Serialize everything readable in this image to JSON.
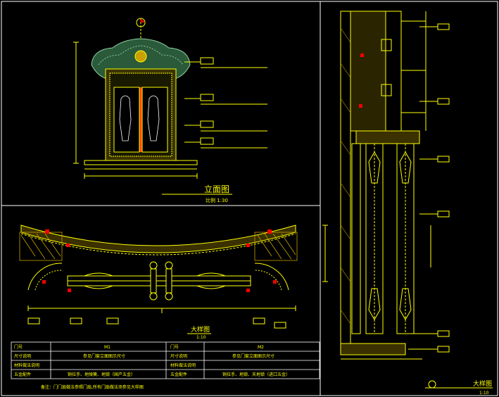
{
  "colors": {
    "background": "#000000",
    "primary_line": "#ffff00",
    "frame": "#ffffff",
    "accent": "#ff0000",
    "ornament": "#8fd0a0",
    "hatch": "#c8a000"
  },
  "elevation": {
    "title": "立面图",
    "scale": "比例 1:30"
  },
  "plan_detail": {
    "title": "大样图",
    "scale": "1:10"
  },
  "section_detail": {
    "title": "大样图",
    "scale": "1:10"
  },
  "schedule": {
    "rows": [
      [
        "门号",
        "M1",
        "门号",
        "M2"
      ],
      [
        "尺寸说明",
        "参见门套立面图示尺寸",
        "尺寸说明",
        "参见门套立面图示尺寸"
      ],
      [
        "材料做法说明",
        "",
        "材料做法说明",
        ""
      ],
      [
        "五金配件",
        "铜拉手、地弹簧、地锁（国产五金）",
        "五金配件",
        "铜拉手、地锁、天地锁（进口五金）"
      ]
    ],
    "note": "备注：门门扇做法参照门扇,所有门扇做法须参见大样图"
  }
}
